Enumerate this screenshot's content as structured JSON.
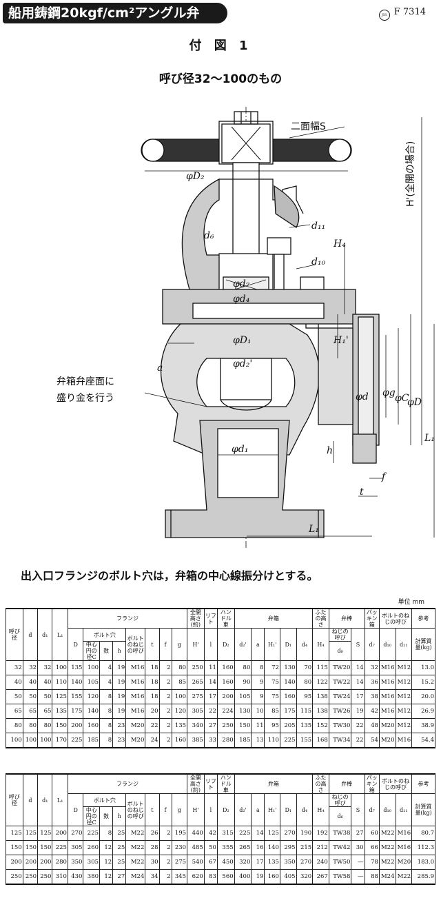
{
  "header": {
    "title": "船用鋳鋼20kgf/cm²アングル弁",
    "standard": "F 7314",
    "standard_mark": "JIS"
  },
  "figure": {
    "title": "付 図 1",
    "subtitle": "呼び径32～100のもの",
    "labels": {
      "two_face_width": "二面幅S",
      "d2": "φD₂",
      "d6": "d₆",
      "d11": "d₁₁",
      "d10": "d₁₀",
      "h4": "H₄",
      "d7": "φd₇",
      "d4": "φd₄",
      "d1_big": "φD₁",
      "d2_prime": "φd₂'",
      "h1_prime": "H₁'",
      "h_open": "H'(全開の場合)",
      "a": "a",
      "seat_note_1": "弁箱弁座面に",
      "seat_note_2": "盛り金を行う",
      "d": "φd",
      "g": "φg",
      "c": "φC",
      "dd": "φD",
      "d1_small": "φd₁",
      "h": "h",
      "f": "f",
      "t": "t",
      "l1_right": "L₁",
      "l1_bottom": "L₁"
    }
  },
  "note": "出入口フランジのボルト穴は，弁箱の中心線振分けとする。",
  "unit": "単位 mm",
  "headers": {
    "nominal": "呼び径",
    "d": "d",
    "d1": "d₁",
    "L1": "L₁",
    "flange": "フランジ",
    "D": "D",
    "bolt_hole": "ボルト穴",
    "C": "中心円の径C",
    "count": "数",
    "h": "h",
    "bolt_thread": "ボルトのねじの呼び",
    "t": "t",
    "f": "f",
    "g": "g",
    "open_height": "全開高さ(約)",
    "H_prime": "H'",
    "lift": "リフト",
    "l": "l",
    "handwheel": "ハンドル車",
    "D2": "D₂",
    "body": "弁箱",
    "d2p": "d₂'",
    "a": "a",
    "H1p": "H₁'",
    "D1": "D₁",
    "d4": "d₄",
    "lid_height": "ふたの高さ",
    "H4": "H₄",
    "stem": "弁棒",
    "stem_thread": "ねじの呼び",
    "d6": "d₆",
    "S": "S",
    "packing": "パッキン箱",
    "d7": "d₇",
    "bolt_thread2": "ボルトのねじの呼び",
    "d10": "d₁₀",
    "d11": "d₁₁",
    "ref": "参考",
    "mass": "計算質量(kg)"
  },
  "table1": [
    [
      "32",
      "32",
      "32",
      "100",
      "135",
      "100",
      "4",
      "19",
      "M16",
      "18",
      "2",
      "80",
      "250",
      "11",
      "160",
      "80",
      "8",
      "72",
      "130",
      "70",
      "115",
      "TW20",
      "14",
      "32",
      "M16",
      "M12",
      "13.0"
    ],
    [
      "40",
      "40",
      "40",
      "110",
      "140",
      "105",
      "4",
      "19",
      "M16",
      "18",
      "2",
      "85",
      "265",
      "14",
      "160",
      "90",
      "9",
      "75",
      "140",
      "80",
      "122",
      "TW22",
      "14",
      "36",
      "M16",
      "M12",
      "15.2"
    ],
    [
      "50",
      "50",
      "50",
      "125",
      "155",
      "120",
      "8",
      "19",
      "M16",
      "18",
      "2",
      "100",
      "275",
      "17",
      "200",
      "105",
      "9",
      "75",
      "160",
      "95",
      "138",
      "TW24",
      "17",
      "38",
      "M16",
      "M12",
      "20.0"
    ],
    [
      "65",
      "65",
      "65",
      "135",
      "175",
      "140",
      "8",
      "19",
      "M16",
      "20",
      "2",
      "120",
      "305",
      "22",
      "224",
      "130",
      "10",
      "85",
      "175",
      "115",
      "138",
      "TW26",
      "19",
      "42",
      "M16",
      "M12",
      "26.9"
    ],
    [
      "80",
      "80",
      "80",
      "150",
      "200",
      "160",
      "8",
      "23",
      "M20",
      "22",
      "2",
      "135",
      "340",
      "27",
      "250",
      "150",
      "11",
      "95",
      "205",
      "135",
      "152",
      "TW30",
      "22",
      "48",
      "M20",
      "M12",
      "38.9"
    ],
    [
      "100",
      "100",
      "100",
      "170",
      "225",
      "185",
      "8",
      "23",
      "M20",
      "24",
      "2",
      "160",
      "385",
      "33",
      "280",
      "185",
      "13",
      "110",
      "225",
      "155",
      "168",
      "TW34",
      "22",
      "54",
      "M20",
      "M16",
      "54.4"
    ]
  ],
  "table2": [
    [
      "125",
      "125",
      "125",
      "200",
      "270",
      "225",
      "8",
      "25",
      "M22",
      "26",
      "2",
      "195",
      "440",
      "42",
      "315",
      "225",
      "14",
      "125",
      "270",
      "190",
      "192",
      "TW38",
      "27",
      "60",
      "M22",
      "M16",
      "80.7"
    ],
    [
      "150",
      "150",
      "150",
      "225",
      "305",
      "260",
      "12",
      "25",
      "M22",
      "28",
      "2",
      "230",
      "485",
      "50",
      "355",
      "265",
      "16",
      "140",
      "295",
      "215",
      "212",
      "TW42",
      "30",
      "66",
      "M22",
      "M16",
      "112.3"
    ],
    [
      "200",
      "200",
      "200",
      "280",
      "350",
      "305",
      "12",
      "25",
      "M22",
      "30",
      "2",
      "275",
      "540",
      "67",
      "450",
      "320",
      "17",
      "135",
      "350",
      "270",
      "240",
      "TW50",
      "—",
      "78",
      "M22",
      "M20",
      "183.0"
    ],
    [
      "250",
      "250",
      "250",
      "310",
      "430",
      "380",
      "12",
      "27",
      "M24",
      "34",
      "2",
      "345",
      "620",
      "83",
      "560",
      "400",
      "19",
      "160",
      "405",
      "320",
      "267",
      "TW58",
      "—",
      "88",
      "M24",
      "M22",
      "285.9"
    ]
  ]
}
